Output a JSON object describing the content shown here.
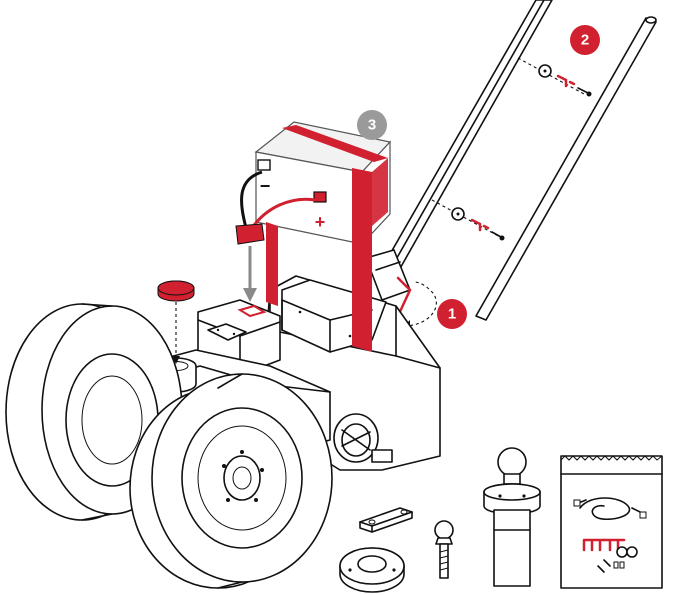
{
  "steps": [
    {
      "number": "1",
      "color": "#d1202f"
    },
    {
      "number": "2",
      "color": "#d1202f"
    },
    {
      "number": "3",
      "color": "#9a9a9a"
    }
  ],
  "battery": {
    "negative_sign": "−",
    "positive_sign": "+"
  },
  "colors": {
    "accent": "#d1202f",
    "outline": "#111111",
    "step3": "#9a9a9a",
    "battery_top": "#f2f2f2"
  }
}
